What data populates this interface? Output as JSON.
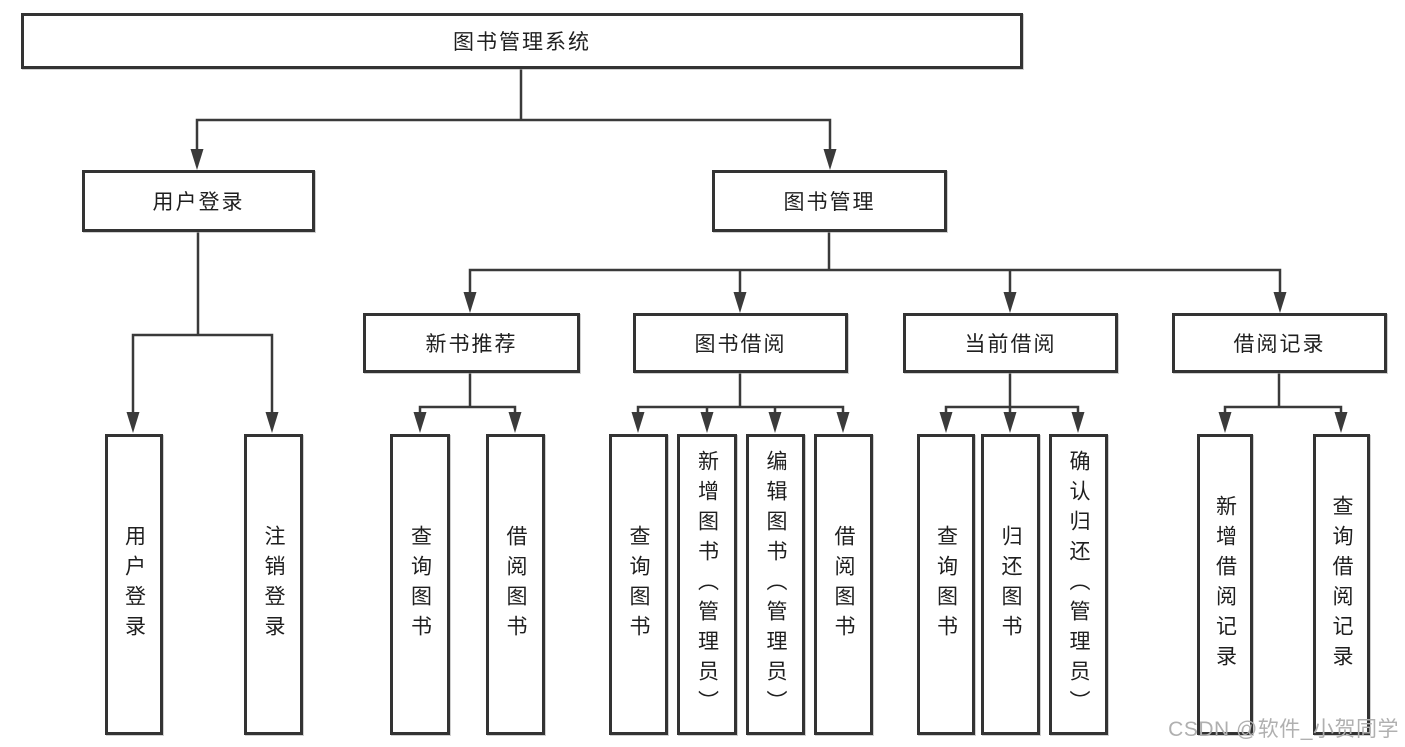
{
  "diagram": {
    "root": {
      "label": "图书管理系统"
    },
    "branches": [
      {
        "label": "用户登录",
        "leaves": [
          "用户登录",
          "注销登录"
        ]
      },
      {
        "label": "图书管理",
        "children": [
          {
            "label": "新书推荐",
            "leaves": [
              "查询图书",
              "借阅图书"
            ]
          },
          {
            "label": "图书借阅",
            "leaves": [
              "查询图书",
              "新增图书（管理员）",
              "编辑图书（管理员）",
              "借阅图书"
            ]
          },
          {
            "label": "当前借阅",
            "leaves": [
              "查询图书",
              "归还图书",
              "确认归还（管理员）"
            ]
          },
          {
            "label": "借阅记录",
            "leaves": [
              "新增借阅记录",
              "查询借阅记录"
            ]
          }
        ]
      }
    ]
  },
  "watermark": {
    "text": "CSDN @软件_小贺同学"
  },
  "colors": {
    "background": "#ffffff",
    "line": "#3a3a3a",
    "box_border": "#333333",
    "text": "#1f1f1f",
    "watermark": "#b0b0b0"
  }
}
